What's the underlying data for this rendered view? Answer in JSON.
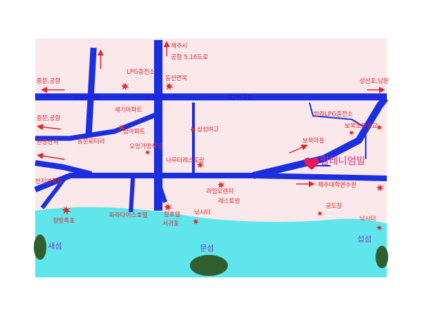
{
  "colors": {
    "land": "#fbe8ea",
    "sea": "#5fe6ec",
    "road": "#1b2fe0",
    "label": "#e0262a",
    "road_label": "#1b1bd6",
    "sea_label": "#7a3cc8",
    "heart": "#e8185a",
    "brand": "#e02e7e",
    "island": "#2f5f2f"
  },
  "labels": {
    "jeju_city": "제주시",
    "airport_road": "공항 5.16도로",
    "lpg_station": "LPG충전소",
    "dongseon_bakery": "동선면옥",
    "jungmun_airport_1": "중문,공항",
    "donghong_intersection": "동홍사거리",
    "biseok_intersection": "비석거리",
    "route_12": "12번국도",
    "seongsan_namwon": "성산포,남원",
    "jungmun_airport_2": "중문,공항",
    "segi_apt": "세기아파트",
    "hanla_lpg": "한라LPG충전소",
    "bomok_school": "보목초등학교",
    "samsung_highschool": "삼성여고",
    "sama_apt": "삼아파트",
    "donghong_rotary": "동문로타리",
    "tourist_complex": "관광단지",
    "omyeonga": "오멍가멍식당",
    "bomok_village": "보목마을",
    "millennium_villa": "밀레니엄빌",
    "natural_restaurant": "나무터레스토랑",
    "cheonjiyeon": "천지연폭포",
    "lion_restaurant_1": "라임오랜지",
    "lion_restaurant_2": "레스토랑",
    "jeju_univ": "제주대학연수원",
    "paradise_hotel": "파라다이스호텔",
    "kal_hotel_1": "칼호텔",
    "kal_hotel_2": "서귀포",
    "fishing_area": "낚시터",
    "jeongbang": "정방폭포",
    "gungdo": "궁도장",
    "fishing_area_2": "낚시터",
    "saeseom": "새섬",
    "munseom": "문섬",
    "seopseom": "섭섬"
  }
}
